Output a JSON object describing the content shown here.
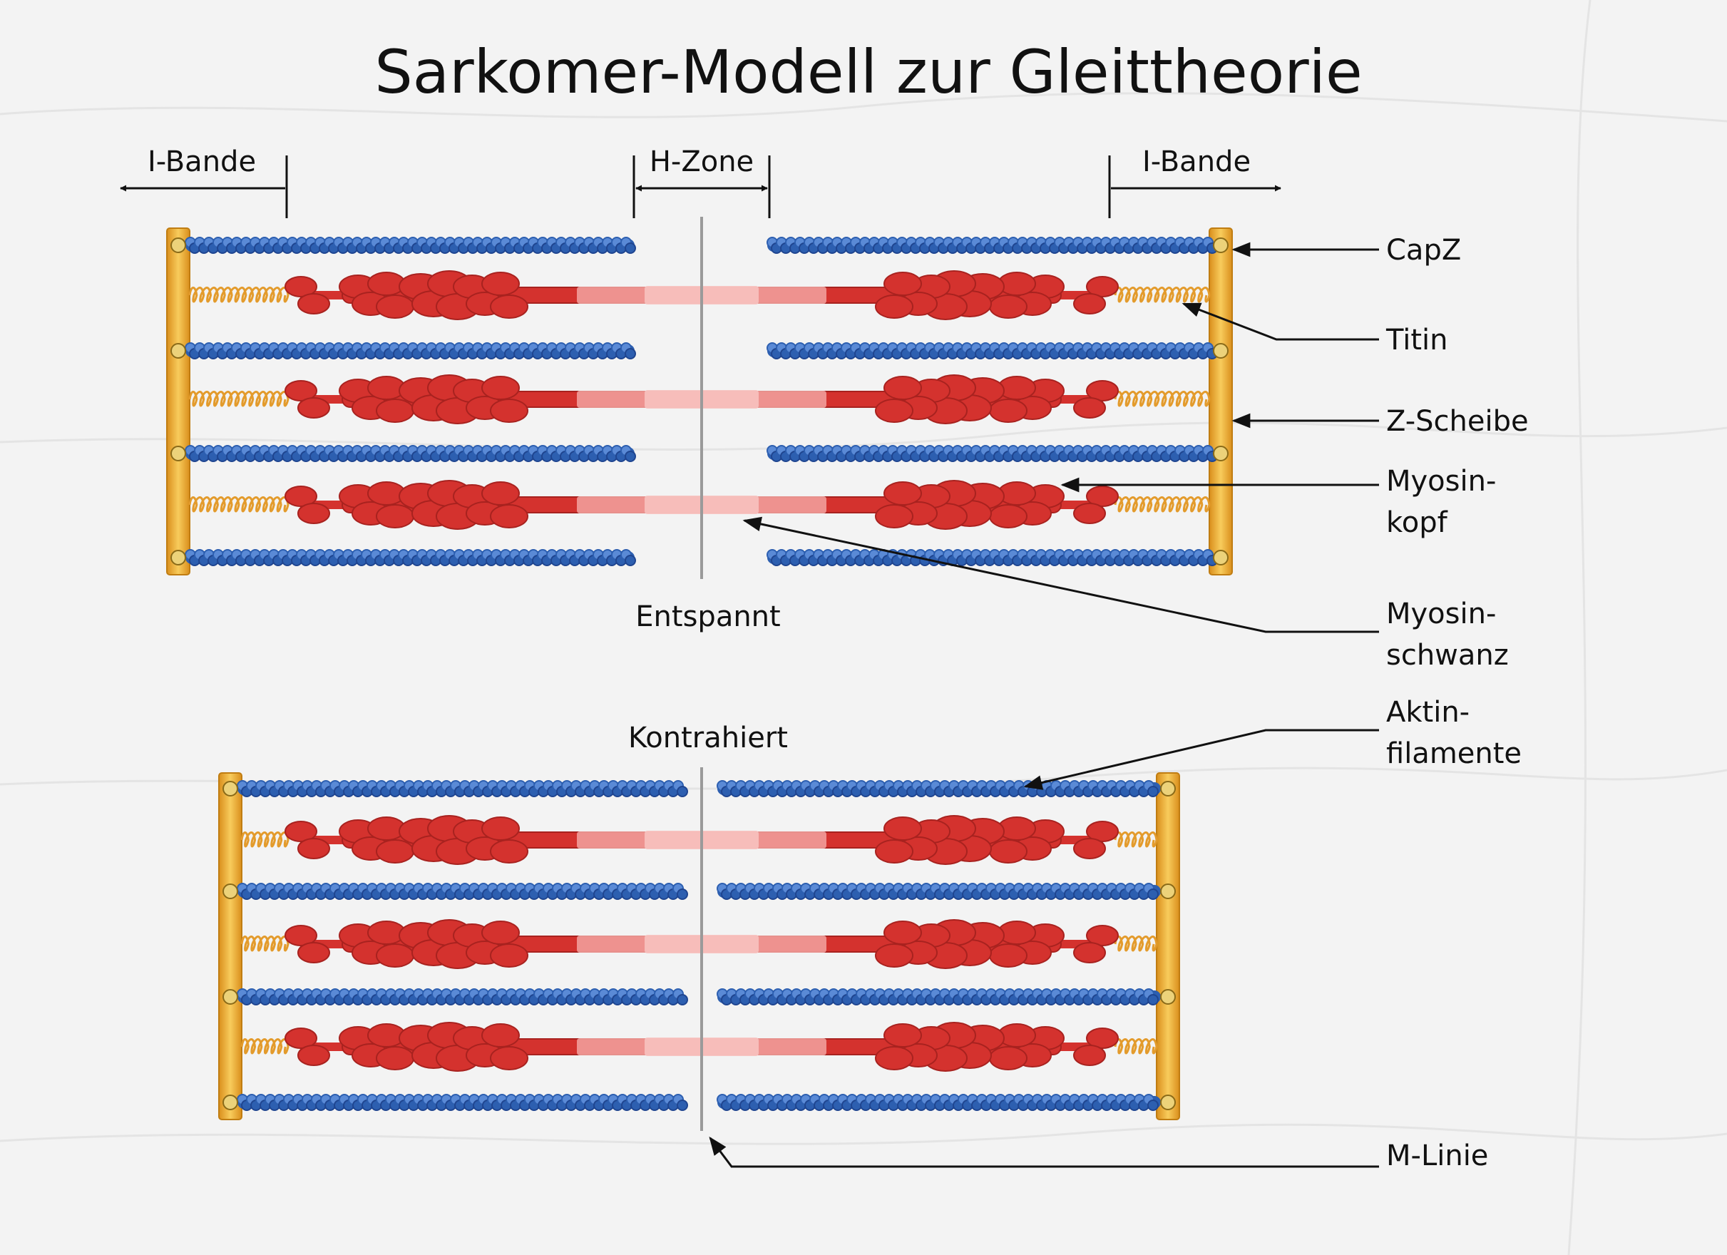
{
  "title": "Sarkomer-Modell zur Gleittheorie",
  "dimension_labels": {
    "i_band_left": "I-Bande",
    "h_zone": "H-Zone",
    "i_band_right": "I-Bande"
  },
  "states": {
    "relaxed": "Entspannt",
    "contracted": "Kontrahiert"
  },
  "callouts": {
    "capz": "CapZ",
    "titin": "Titin",
    "z_disc": "Z-Scheibe",
    "myosin_head_1": "Myosin-",
    "myosin_head_2": "kopf",
    "myosin_tail_1": "Myosin-",
    "myosin_tail_2": "schwanz",
    "actin_1": "Aktin-",
    "actin_2": "filamente",
    "m_line": "M-Linie"
  },
  "colors": {
    "background": "#f3f3f3",
    "actin": "#2d5fb0",
    "actin_light": "#5a8ad6",
    "myosin": "#d4322e",
    "myosin_light": "#f2a3a0",
    "titin": "#e39b2c",
    "z_disc": "#f0b43c",
    "capz": "#ecd27a",
    "m_line": "#9a9a9a",
    "text": "#111111"
  }
}
